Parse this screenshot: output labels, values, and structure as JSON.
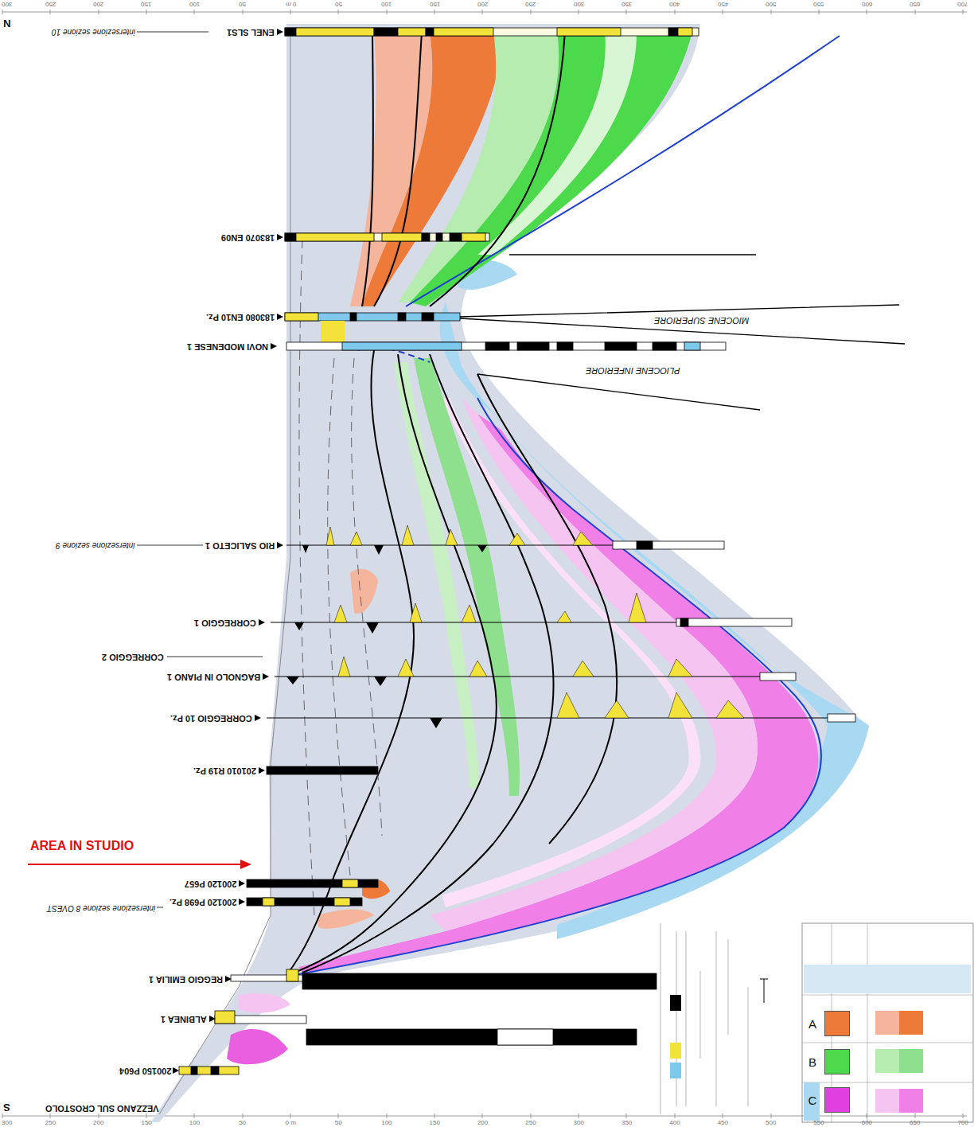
{
  "diagram": {
    "labels": [
      "N",
      "S",
      "300",
      "250",
      "200",
      "150",
      "100",
      "50",
      "0 m",
      "50",
      "100",
      "150",
      "200",
      "250",
      "300",
      "350",
      "400",
      "450",
      "500",
      "550",
      "600",
      "650",
      "700",
      "300",
      "250",
      "200",
      "150",
      "100",
      "50",
      "0 m",
      "50",
      "100",
      "150",
      "200",
      "250",
      "300",
      "350",
      "400",
      "450",
      "500",
      "550",
      "600",
      "650",
      "700",
      "intersezione sezione 10",
      "ENEL SLS1",
      "183070 EN09",
      "183080 EN10 Pz.",
      "NOVI MODENESE 1",
      "MIOCENE SUPERIORE",
      "PLIOCENE INFERIORE",
      "intersezione sezione 9",
      "RIO SALICETO 1",
      "CORREGGIO 1",
      "CORREGGIO 2",
      "BAGNOLO IN PIANO 1",
      "CORREGGIO 10 Pz.",
      "201010 R19 Pz.",
      "AREA IN STUDIO",
      "200120 P657",
      "intersezione sezione 8 OVEST",
      "200120 P698 Pz.",
      "REGGIO EMILIA 1",
      "ALBINEA 1",
      "200150 P604",
      "VEZZANO SUL CROSTOLO"
    ],
    "legend": [
      {
        "text": "A",
        "color": "#ee7a3a"
      },
      {
        "text": "B",
        "color": "#4cd94c"
      },
      {
        "text": "C",
        "color": "#e040e0"
      }
    ]
  }
}
